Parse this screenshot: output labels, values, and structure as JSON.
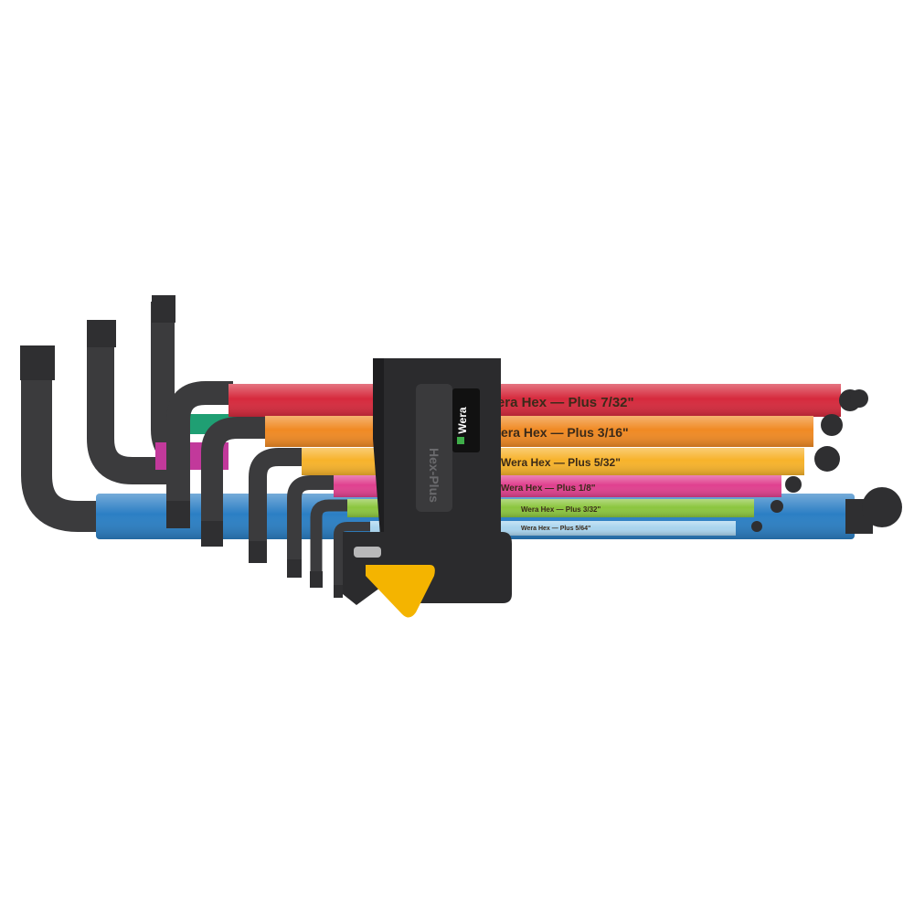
{
  "product": {
    "brand": "Wera",
    "holder_text": "Hex-Plus",
    "holder_brand_badge": "Wera"
  },
  "colors": {
    "background": "#ffffff",
    "shaft_black": "#3a3a3c",
    "holder_black": "#2b2b2d",
    "clip_yellow": "#f4b400"
  },
  "keys": [
    {
      "id": "k1",
      "color": "#d62a3d",
      "label": {
        "brand": "Wera",
        "line": "Hex",
        "dash": "—",
        "plus": "Plus",
        "size": "7/32\""
      }
    },
    {
      "id": "k2",
      "color": "#f08a24",
      "label": {
        "brand": "Wera",
        "line": "Hex",
        "dash": "—",
        "plus": "Plus",
        "size": "3/16\""
      }
    },
    {
      "id": "k3",
      "color": "#f7b32b",
      "label": {
        "brand": "Wera",
        "line": "Hex",
        "dash": "—",
        "plus": "Plus",
        "size": "5/32\""
      }
    },
    {
      "id": "k4",
      "color": "#e0418f",
      "label": {
        "brand": "Wera",
        "line": "Hex",
        "dash": "—",
        "plus": "Plus",
        "size": "1/8\""
      }
    },
    {
      "id": "k5",
      "color": "#8cc63f",
      "label": {
        "brand": "Wera",
        "line": "Hex",
        "dash": "—",
        "plus": "Plus",
        "size": "3/32\""
      }
    },
    {
      "id": "k6",
      "color": "#a9d4ee",
      "label": {
        "brand": "Wera",
        "line": "Hex",
        "dash": "—",
        "plus": "Plus",
        "size": "5/64\""
      }
    },
    {
      "id": "k7",
      "color": "#2b7fc4",
      "label": null
    },
    {
      "id": "k8",
      "color": "#c2399b",
      "label": null
    },
    {
      "id": "k9",
      "color": "#1f9f73",
      "label": null
    }
  ]
}
